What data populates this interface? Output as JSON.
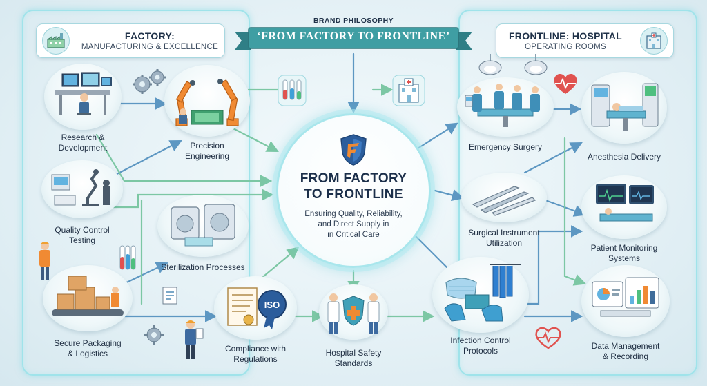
{
  "banner": {
    "label": "BRAND PHILOSOPHY",
    "title": "‘FROM FACTORY TO FRONTLINE’"
  },
  "left_header": {
    "line1": "FACTORY:",
    "line2": "MANUFACTURING & EXCELLENCE",
    "icon": "factory-icon"
  },
  "right_header": {
    "line1": "FRONTLINE: HOSPITAL",
    "line2": "OPERATING ROOMS",
    "icon": "hospital-icon"
  },
  "center": {
    "title_line1": "FROM FACTORY",
    "title_line2": "TO FRONTLINE",
    "sub_line1": "Ensuring Quality, Reliability,",
    "sub_line2": "and Direct Supply in",
    "sub_line3": "in Critical Care",
    "icon": "shield-logo-icon"
  },
  "nodes": {
    "rnd": {
      "line1": "Research &",
      "line2": "Development",
      "icon": "research-workstation-icon"
    },
    "precision": {
      "line1": "Precision",
      "line2": "Engineering",
      "icon": "robot-arm-icon"
    },
    "qc": {
      "line1": "Quality Control",
      "line2": "Testing",
      "icon": "microscope-icon"
    },
    "sterilization": {
      "line1": "Sterilization Processes",
      "line2": "",
      "icon": "sterilizer-icon"
    },
    "packaging": {
      "line1": "Secure Packaging",
      "line2": "& Logistics",
      "icon": "boxes-icon"
    },
    "compliance": {
      "line1": "Compliance with",
      "line2": "Regulations",
      "icon": "certificate-icon",
      "badge": "ISO"
    },
    "safety": {
      "line1": "Hospital Safety",
      "line2": "Standards",
      "icon": "safety-shield-icon"
    },
    "emergency": {
      "line1": "Emergency Surgery",
      "line2": "",
      "icon": "surgery-team-icon"
    },
    "instrument": {
      "line1": "Surgical Instrument",
      "line2": "Utilization",
      "icon": "scalpel-icon"
    },
    "infection": {
      "line1": "Infection Control",
      "line2": "Protocols",
      "icon": "mask-gloves-icon"
    },
    "anesthesia": {
      "line1": "Anesthesia Delivery",
      "line2": "",
      "icon": "anesthesia-machine-icon"
    },
    "monitoring": {
      "line1": "Patient Monitoring",
      "line2": "Systems",
      "icon": "monitor-icon"
    },
    "datamgmt": {
      "line1": "Data Management",
      "line2": "& Recording",
      "icon": "dashboard-icon"
    }
  },
  "decor": {
    "gears": "gears-icon",
    "test_tubes": "test-tubes-icon",
    "hospital_small": "hospital-building-icon",
    "heartbeat": "heartbeat-icon",
    "clipboard": "clipboard-icon",
    "worker": "worker-icon",
    "surgical_lights": "surgical-lights-icon"
  },
  "colors": {
    "banner_teal": "#3f9ea3",
    "glow": "#9fe3ea",
    "arrow_blue": "#5d97c2",
    "arrow_green": "#7cc7a4",
    "shield_blue": "#2b5d9c",
    "shield_orange": "#f08a33",
    "heart_red": "#e0524f"
  }
}
